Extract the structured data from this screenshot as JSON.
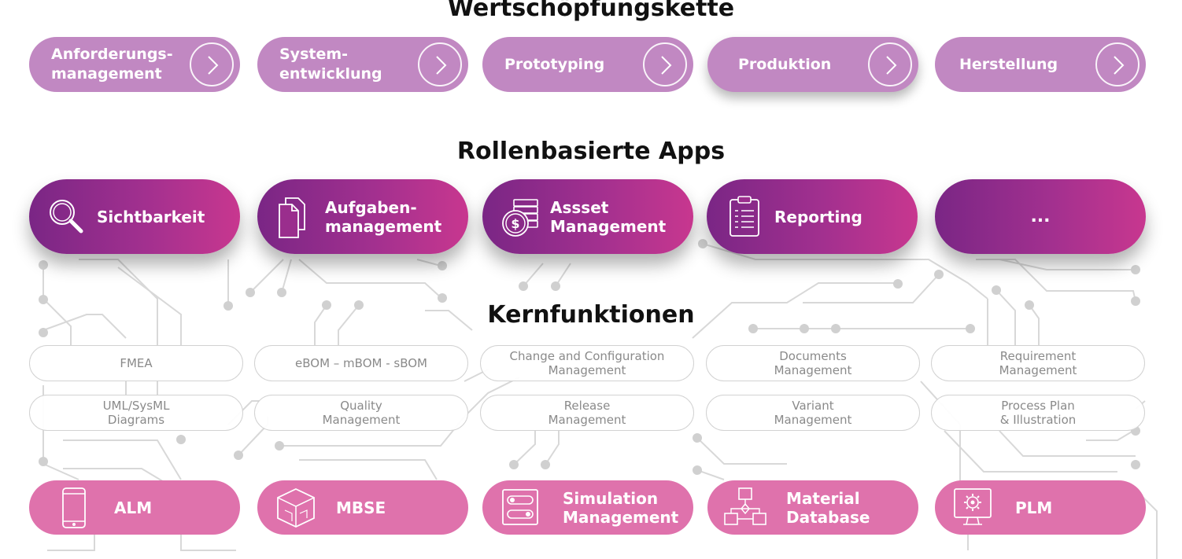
{
  "headings": {
    "value_chain": "Wertschöpfungskette",
    "role_apps": "Rollenbasierte Apps",
    "core_functions": "Kernfunktionen"
  },
  "value_chain": [
    {
      "label": "Anforderungs-\nmanagement"
    },
    {
      "label": "System-\nentwicklung"
    },
    {
      "label": "Prototyping"
    },
    {
      "label": "Produktion"
    },
    {
      "label": "Herstellung"
    }
  ],
  "role_apps": [
    {
      "label": "Sichtbarkeit",
      "icon": "magnifier-icon"
    },
    {
      "label": "Aufgaben-\nmanagement",
      "icon": "documents-icon"
    },
    {
      "label": "Assset\nManagement",
      "icon": "coin-stack-icon"
    },
    {
      "label": "Reporting",
      "icon": "clipboard-icon"
    },
    {
      "label": "..."
    }
  ],
  "core_functions": [
    [
      "FMEA",
      "eBOM – mBOM - sBOM",
      "Change and Configuration\nManagement",
      "Documents\nManagement",
      "Requirement\nManagement"
    ],
    [
      "UML/SysML\nDiagrams",
      "Quality\nManagement",
      "Release\nManagement",
      "Variant\nManagement",
      "Process Plan\n& Illustration"
    ]
  ],
  "tools": [
    {
      "label": "ALM",
      "icon": "phone-icon"
    },
    {
      "label": "MBSE",
      "icon": "cube-icon"
    },
    {
      "label": "Simulation\nManagement",
      "icon": "toggle-panel-icon"
    },
    {
      "label": "Material\nDatabase",
      "icon": "hierarchy-icon"
    },
    {
      "label": "PLM",
      "icon": "monitor-gear-icon"
    }
  ],
  "colors": {
    "value_chain_fill": "#c188c2",
    "app_gradient_start": "#7a2685",
    "app_gradient_end": "#c8378f",
    "tool_fill": "#df72ac",
    "core_text": "#8a8a8a"
  }
}
